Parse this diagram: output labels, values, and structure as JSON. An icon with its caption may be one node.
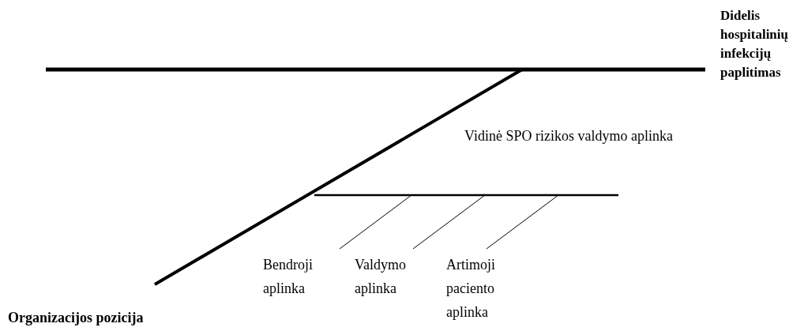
{
  "diagram": {
    "labels": [
      "Didelis hospitalinių infekcijų paplitimas",
      "Vidinė SPO rizikos valdymo aplinka",
      "Bendroji aplinka",
      "Valdymo aplinka",
      "Artimoji paciento aplinka",
      "Organizacijos pozicija"
    ]
  }
}
